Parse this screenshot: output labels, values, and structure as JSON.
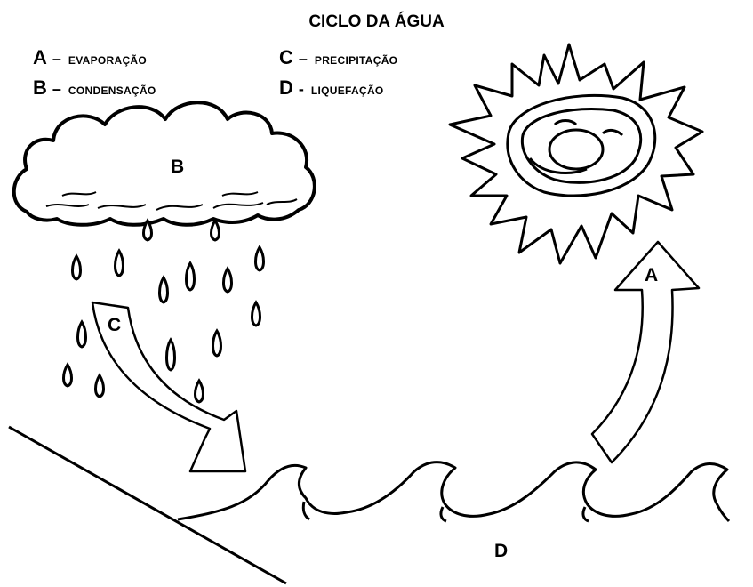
{
  "title": "CICLO DA ÁGUA",
  "legend": [
    {
      "letter": "A",
      "dash": "–",
      "text": "EVAPORAÇÃO"
    },
    {
      "letter": "B",
      "dash": "–",
      "text": "CONDENSAÇÃO"
    },
    {
      "letter": "C",
      "dash": "–",
      "text": "PRECIPITAÇÃO"
    },
    {
      "letter": "D",
      "dash": "-",
      "text": "LIQUEFAÇÃO"
    }
  ],
  "labels": {
    "cloud": "B",
    "rain_arrow": "C",
    "sun_arrow": "A",
    "water": "D"
  },
  "icons": [
    "cloud-icon",
    "sun-icon",
    "raindrop-icon",
    "wave-icon",
    "arrow-icon"
  ]
}
